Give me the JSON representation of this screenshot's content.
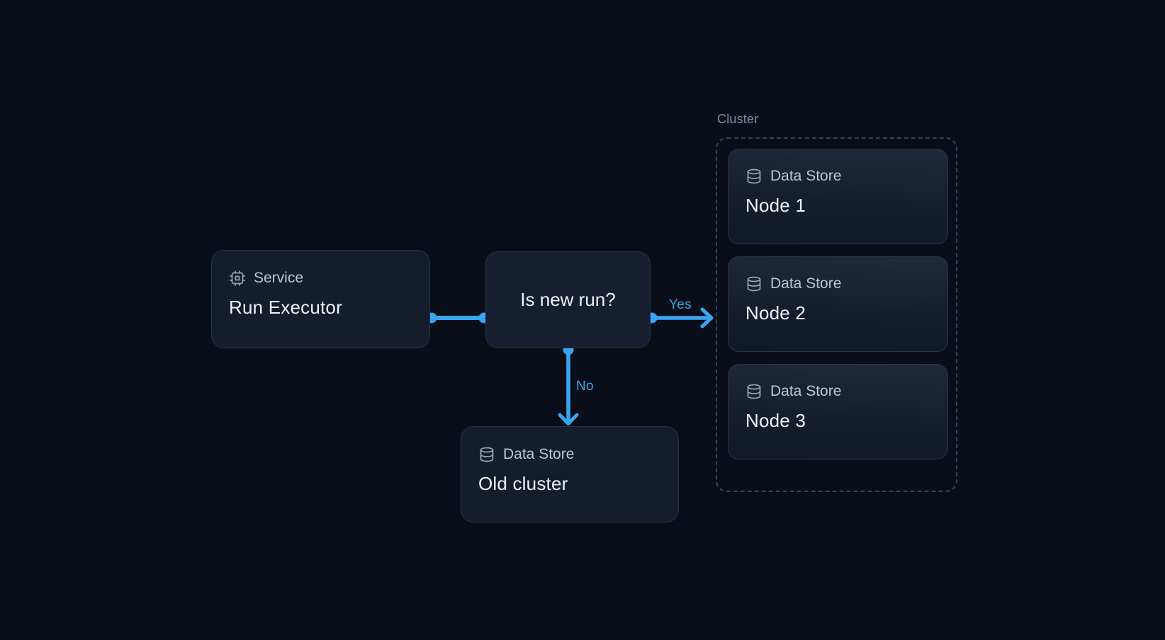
{
  "theme": {
    "background": "#0a0e18",
    "accent_blue": "#38a5f1",
    "card_fill": "#151d2c",
    "card_border": "#263147",
    "cluster_dash_border": "#364055",
    "title_text": "#f0f3f8",
    "label_text": "#bdc6d3",
    "cluster_label_text": "#848f9f"
  },
  "nodes": {
    "service": {
      "icon": "cpu-icon",
      "type_label": "Service",
      "title": "Run Executor"
    },
    "decision": {
      "title": "Is new run?"
    },
    "old_cluster": {
      "icon": "database-icon",
      "type_label": "Data Store",
      "title": "Old cluster"
    }
  },
  "cluster": {
    "label": "Cluster",
    "nodes": [
      {
        "icon": "database-icon",
        "type_label": "Data Store",
        "title": "Node 1"
      },
      {
        "icon": "database-icon",
        "type_label": "Data Store",
        "title": "Node 2"
      },
      {
        "icon": "database-icon",
        "type_label": "Data Store",
        "title": "Node 3"
      }
    ]
  },
  "edges": {
    "yes_label": "Yes",
    "no_label": "No"
  }
}
